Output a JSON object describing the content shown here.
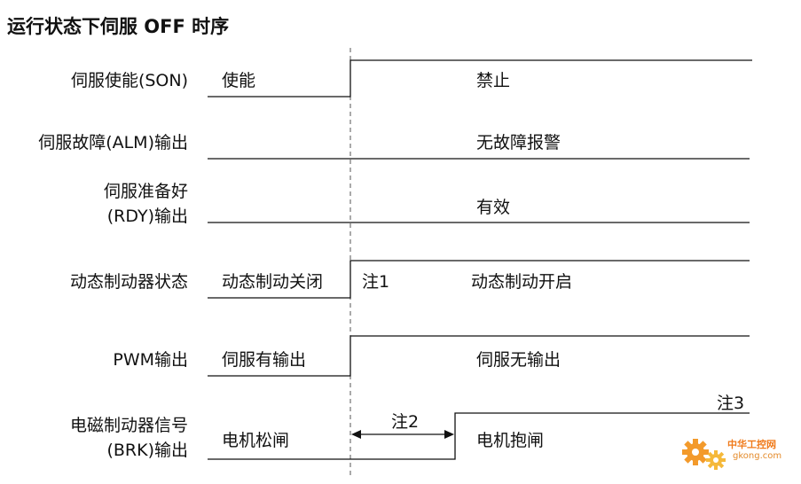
{
  "title": "运行状态下伺服 OFF 时序",
  "signals": [
    {
      "label": "伺服使能(SON)",
      "before": "使能",
      "after": "禁止"
    },
    {
      "label": "伺服故障(ALM)输出",
      "after": "无故障报警"
    },
    {
      "label_line1": "伺服准备好",
      "label_line2": "(RDY)输出",
      "after": "有效"
    },
    {
      "label": "动态制动器状态",
      "before": "动态制动关闭",
      "note": "注1",
      "after": "动态制动开启"
    },
    {
      "label": "PWM输出",
      "before": "伺服有输出",
      "after": "伺服无输出"
    },
    {
      "label_line1": "电磁制动器信号",
      "label_line2": "(BRK)输出",
      "before": "电机松闸",
      "note": "注2",
      "after": "电机抱闸",
      "note_end": "注3"
    }
  ],
  "watermark": {
    "name": "中华工控网",
    "url": "gkong.com"
  },
  "colors": {
    "line": "#111111",
    "dash": "#555555",
    "logo": "#f07a1a"
  }
}
